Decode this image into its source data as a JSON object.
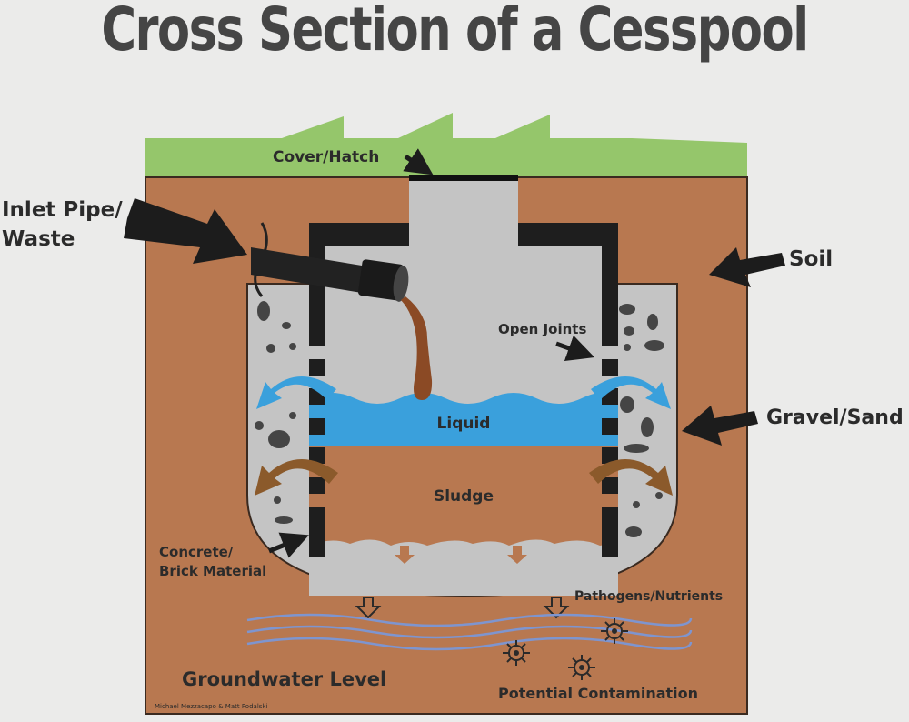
{
  "title": "Cross Section of a Cesspool",
  "labels": {
    "cover_hatch": "Cover/Hatch",
    "inlet_line1": "Inlet Pipe/",
    "inlet_line2": "Waste",
    "soil": "Soil",
    "open_joints": "Open Joints",
    "gravel_sand": "Gravel/Sand",
    "liquid": "Liquid",
    "sludge": "Sludge",
    "concrete_line1": "Concrete/",
    "concrete_line2": "Brick Material",
    "pathogens": "Pathogens/Nutrients",
    "groundwater": "Groundwater Level",
    "contamination": "Potential Contamination",
    "credit": "Michael Mezzacapo & Matt Podalski"
  },
  "colors": {
    "background": "#ebebea",
    "grass": "#95c66b",
    "soil": "#b87850",
    "gravel": "#c4c4c4",
    "liquid": "#3aa0dc",
    "wall": "#1e1e1e",
    "groundwater_lines": "#7e95cf"
  }
}
